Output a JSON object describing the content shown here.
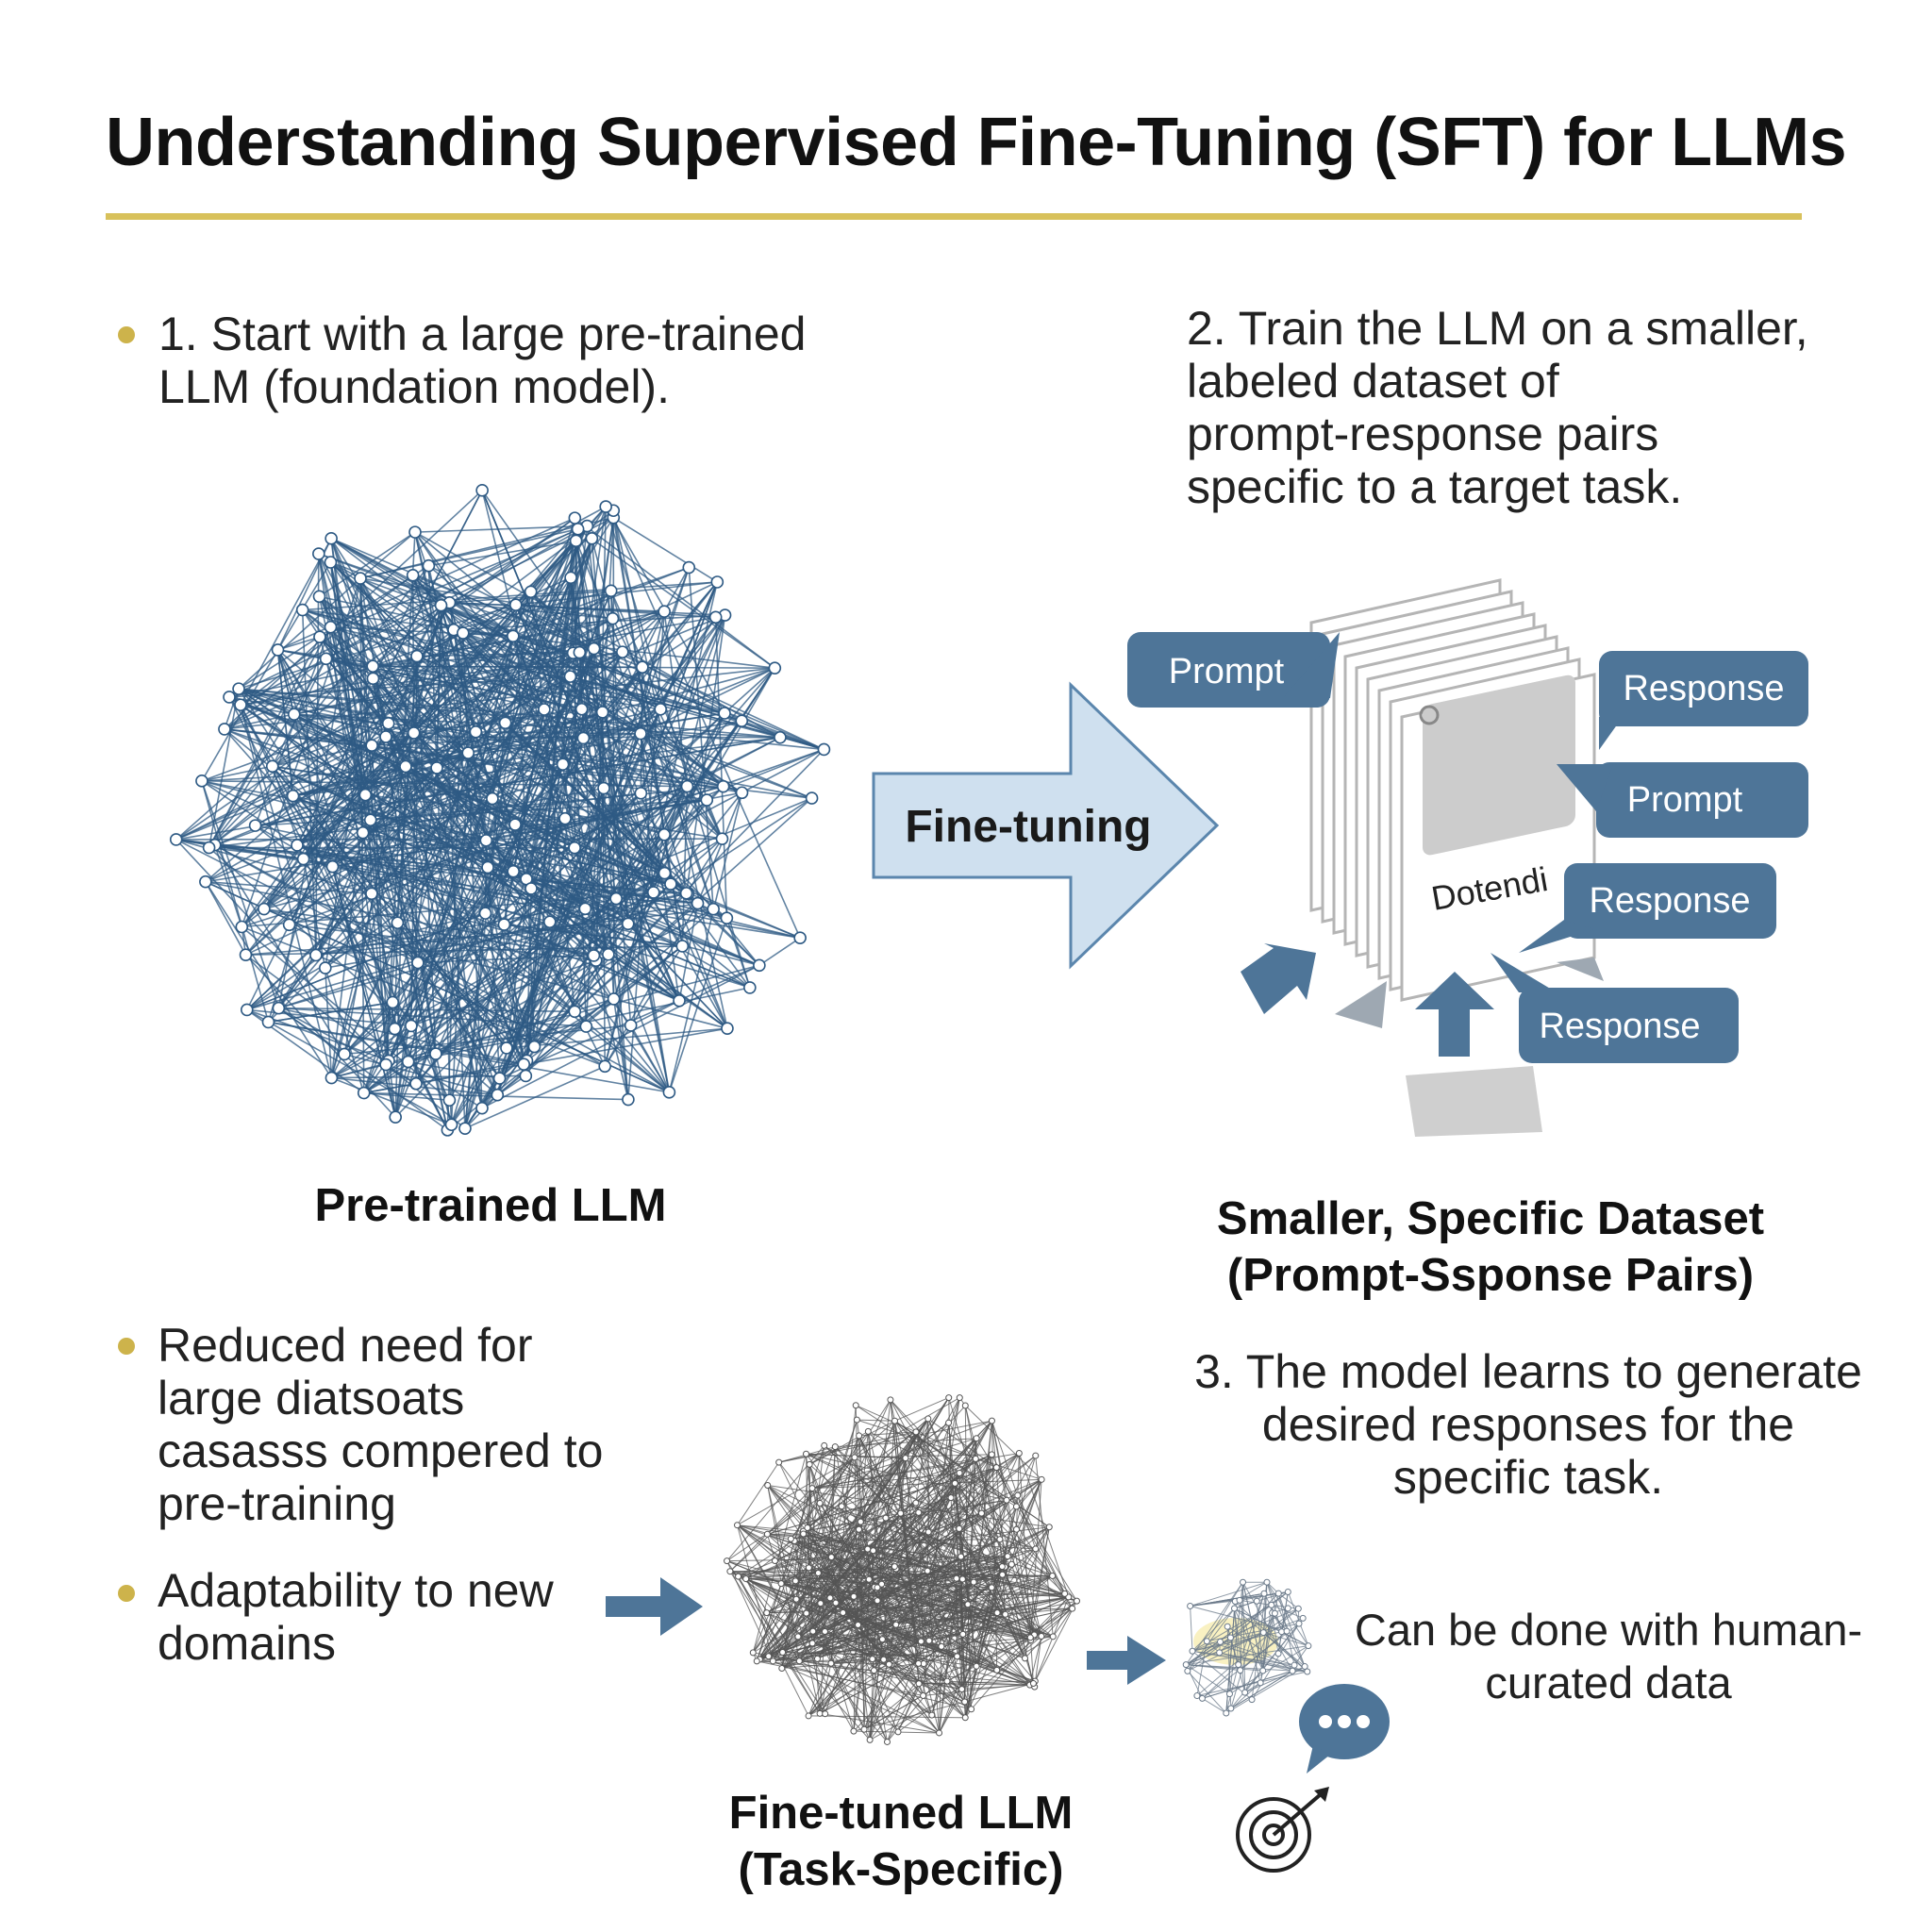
{
  "title": "Understanding Supervised Fine-Tuning (SFT) for LLMs",
  "steps": {
    "step1": "1. Start with a large pre-trained\nLLM (foundation model).",
    "step2": "2. Train the LLM on a smaller,\nlabeled dataset of\nprompt-response pairs\nspecific to a target task.",
    "step3": "3. The model learns to generate\ndesired responses for the\nspecific task."
  },
  "labels": {
    "pretrained": "Pre-trained LLM",
    "dataset": "Smaller, Specific Dataset\n(Prompt-Ssponse Pairs)",
    "finetuned": "Fine-tuned LLM\n(Task-Specific)"
  },
  "arrow_label": "Fine-tuning",
  "dataset_graphic": {
    "doc_label": "Dotendi",
    "bubbles": [
      "Prompt",
      "Response",
      "Prompt",
      "Response",
      "Response"
    ]
  },
  "benefits": [
    "Reduced need for\nlarge diatsoats\ncasasss compered to\npre-training",
    "Adaptability to new\ndomains"
  ],
  "note": "Can be done with human-\ncurated data",
  "colors": {
    "accent_gold": "#d8c15b",
    "network_blue": "#2e5a84",
    "bubble_blue": "#4e7598",
    "arrow_fill": "#cfe0ef",
    "network_gray": "#555555"
  },
  "icons": [
    "chat-bubble-icon",
    "target-icon"
  ]
}
